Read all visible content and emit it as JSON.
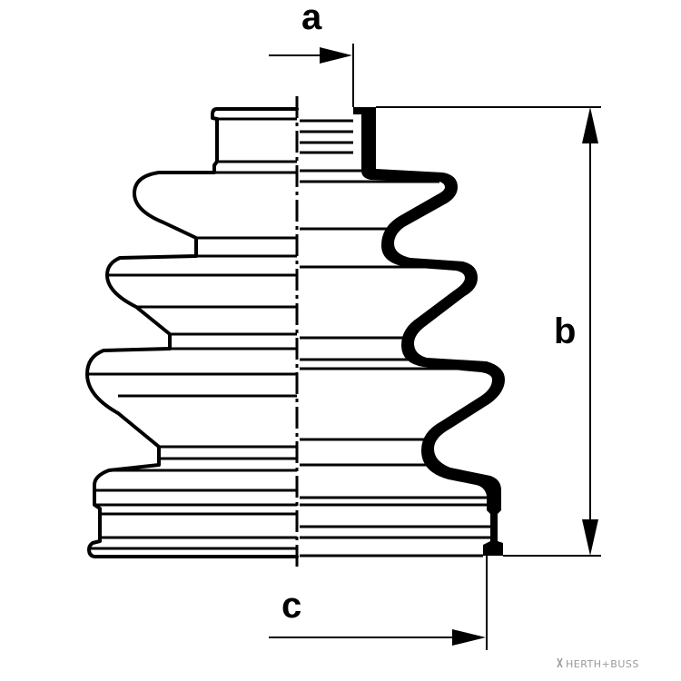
{
  "dimensions": {
    "a": "a",
    "b": "b",
    "c": "c"
  },
  "brand": {
    "name": "HERTH+BUSS"
  },
  "colors": {
    "line": "#000000",
    "background": "#ffffff",
    "brand": "#9a9a9a"
  }
}
